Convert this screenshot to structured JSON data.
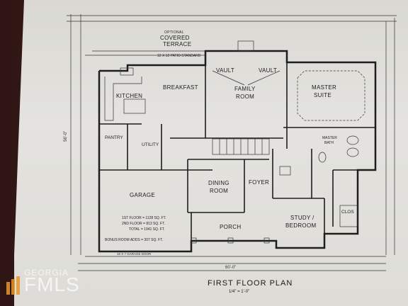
{
  "plan": {
    "title": "FIRST FLOOR PLAN",
    "scale": "1/4\" = 1'-0\"",
    "rooms": {
      "covered_terrace": {
        "line1": "OPTIONAL",
        "line2": "COVERED",
        "line3": "TERRACE"
      },
      "patio": "12 X 12 PATIO STANDARD",
      "kitchen": "KITCHEN",
      "breakfast": "BREAKFAST",
      "family_room": {
        "line1": "FAMILY",
        "line2": "ROOM"
      },
      "vault_left": "VAULT",
      "vault_right": "VAULT",
      "master_suite": {
        "line1": "MASTER",
        "line2": "SUITE"
      },
      "pantry": "PANTRY",
      "utility": "UTILITY",
      "master_bath": {
        "line1": "MASTER",
        "line2": "BATH"
      },
      "garage": "GARAGE",
      "dining_room": {
        "line1": "DINING",
        "line2": "ROOM"
      },
      "foyer": "FOYER",
      "porch": "PORCH",
      "study_bedroom": {
        "line1": "STUDY /",
        "line2": "BEDROOM"
      },
      "clos": "CLOS"
    },
    "area_notes": {
      "first_floor": "1ST FLOOR = 1128 SQ. FT.",
      "second_floor": "2ND FLOOR = 813 SQ. FT.",
      "total": "TOTAL = 1941 SQ. FT.",
      "bonus": "BONUS ROOM ADDS = 307 SQ. FT."
    },
    "dimensions": {
      "overall_width": "60'-0\"",
      "left_depth": "56'-0\"",
      "garage_door": "16 X 7 GARAGE DOOR"
    }
  },
  "watermark": {
    "line1": "GEORGIA",
    "line2": "FMLS"
  }
}
